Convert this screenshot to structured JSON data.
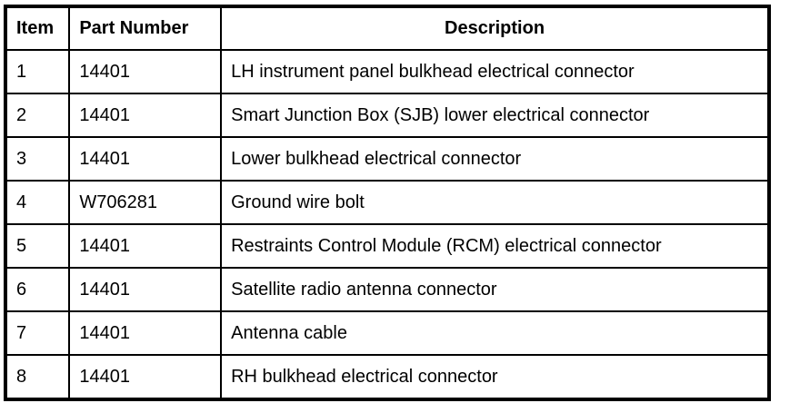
{
  "document": {
    "type": "parts-legend-table",
    "background_color": "#ffffff",
    "text_color": "#000000",
    "border_color": "#000000"
  },
  "table": {
    "columns": [
      {
        "key": "item",
        "label": "Item",
        "align": "left"
      },
      {
        "key": "part_number",
        "label": "Part Number",
        "align": "left"
      },
      {
        "key": "description",
        "label": "Description",
        "align": "center"
      }
    ],
    "rows": [
      {
        "item": "1",
        "part_number": "14401",
        "description": "LH instrument panel bulkhead electrical connector"
      },
      {
        "item": "2",
        "part_number": "14401",
        "description": "Smart Junction Box (SJB) lower electrical connector"
      },
      {
        "item": "3",
        "part_number": "14401",
        "description": "Lower bulkhead electrical connector"
      },
      {
        "item": "4",
        "part_number": "W706281",
        "description": "Ground wire bolt"
      },
      {
        "item": "5",
        "part_number": "14401",
        "description": "Restraints Control Module (RCM) electrical connector"
      },
      {
        "item": "6",
        "part_number": "14401",
        "description": "Satellite radio antenna connector"
      },
      {
        "item": "7",
        "part_number": "14401",
        "description": "Antenna cable"
      },
      {
        "item": "8",
        "part_number": "14401",
        "description": "RH bulkhead electrical connector"
      }
    ]
  }
}
